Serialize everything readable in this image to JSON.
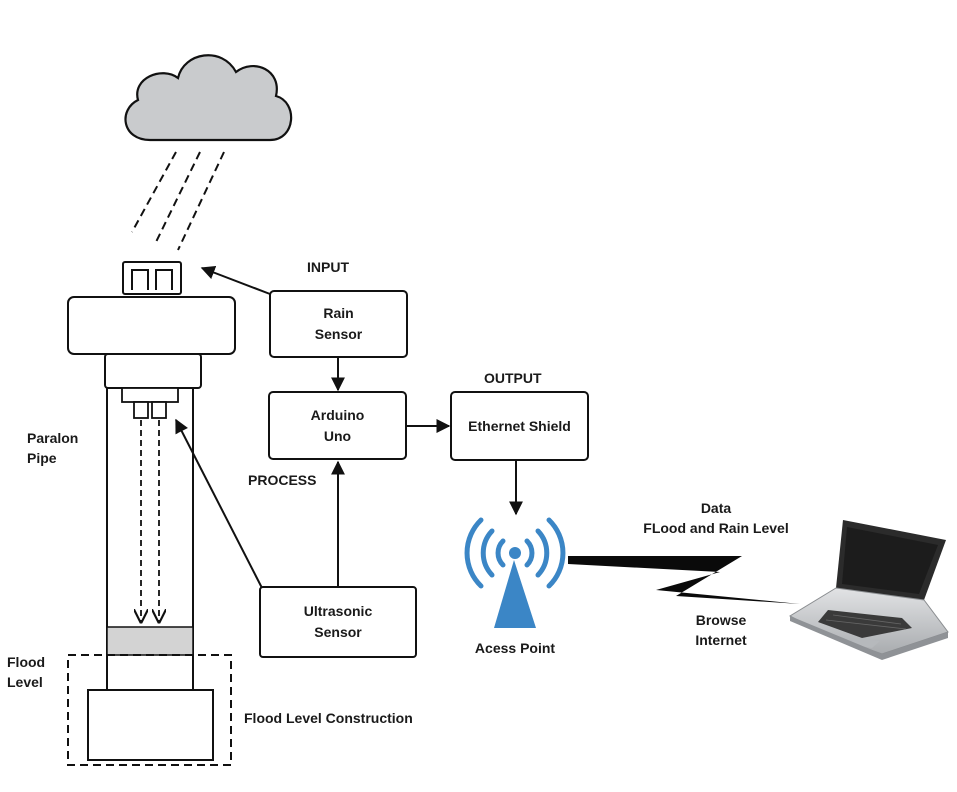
{
  "labels": {
    "input": "INPUT",
    "output": "OUTPUT",
    "process": "PROCESS",
    "paralon_pipe": [
      "Paralon",
      "Pipe"
    ],
    "flood_level": [
      "Flood",
      "Level"
    ],
    "flood_level_construction": "Flood Level Construction",
    "data": "Data",
    "flood_and_rain_level": "FLood and Rain Level",
    "browse_internet": [
      "Browse",
      "Internet"
    ],
    "access_point": "Acess Point"
  },
  "boxes": {
    "rain_sensor": [
      "Rain",
      "Sensor"
    ],
    "arduino_uno": [
      "Arduino",
      "Uno"
    ],
    "ethernet_shield": "Ethernet Shield",
    "ultrasonic_sensor": [
      "Ultrasonic",
      "Sensor"
    ]
  },
  "colors": {
    "cloud_fill": "#c9cbcd",
    "water_fill": "#d3d3d3",
    "antenna_blue": "#3b86c6",
    "laptop_body": "#c8cacc",
    "laptop_screen": "#1c1c1c",
    "stroke": "#111111"
  },
  "icons": {
    "cloud": "cloud-icon",
    "rain_sensor": "rain-sensor-icon",
    "antenna": "wifi-antenna-icon",
    "laptop": "laptop-icon",
    "lightning": "lightning-bolt-icon"
  }
}
